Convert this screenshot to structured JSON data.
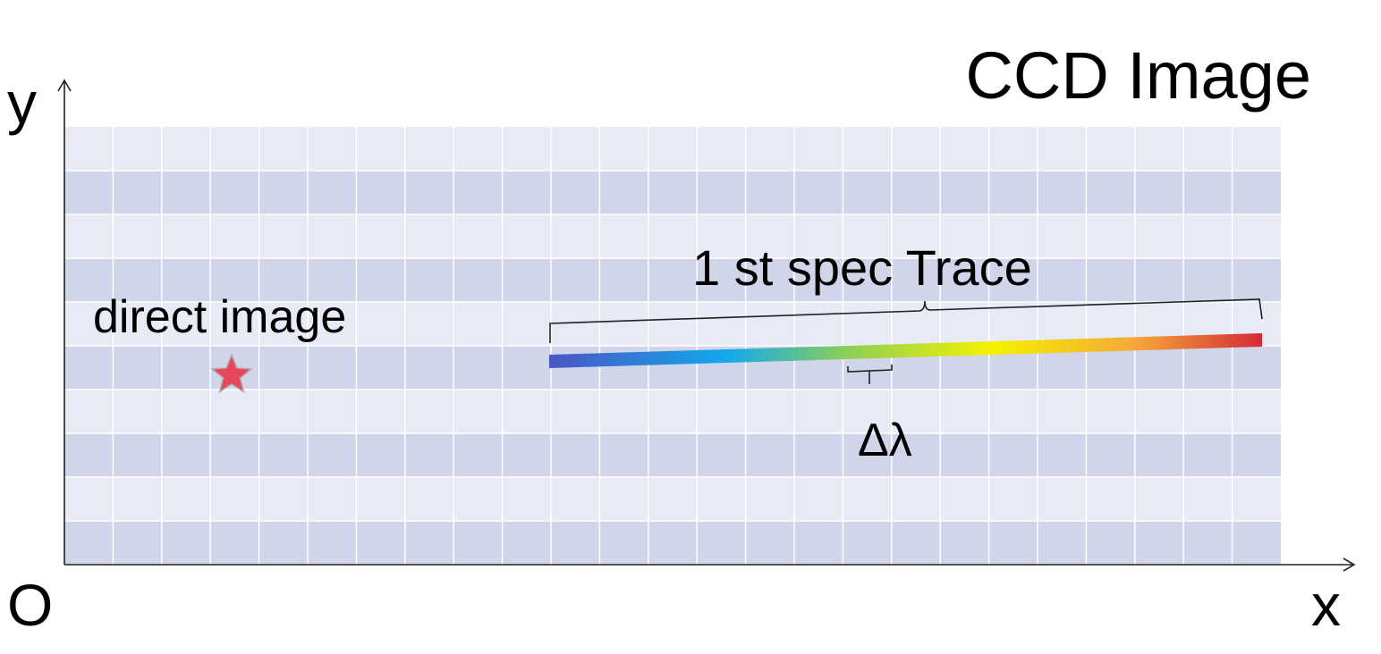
{
  "title": "CCD Image",
  "axes": {
    "y_label": "y",
    "x_label": "x",
    "origin_label": "O"
  },
  "labels": {
    "direct_image": "direct image",
    "trace": "1 st spec Trace",
    "delta_lambda": "Δλ"
  },
  "icons": {
    "direct_source": "star-icon"
  },
  "colors": {
    "band_light": "#e8eaf6",
    "band_dark": "#d0d5ea",
    "grid_line": "#ffffff",
    "axis": "#222222",
    "star": "#e8465a",
    "spectrum": [
      "#4a56c4",
      "#12a9ec",
      "#8fcf55",
      "#f5f200",
      "#f5a93a",
      "#d42a35"
    ]
  }
}
